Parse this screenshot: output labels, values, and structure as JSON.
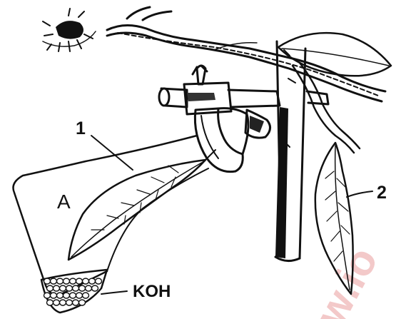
{
  "labels": {
    "leaf_in_chamber": "1",
    "control_leaf": "2",
    "chamber": "A",
    "absorber": "KOH"
  },
  "watermark": "w.io",
  "colors": {
    "ink": "#111111",
    "background": "#ffffff",
    "watermark": "#f3c9c9"
  }
}
